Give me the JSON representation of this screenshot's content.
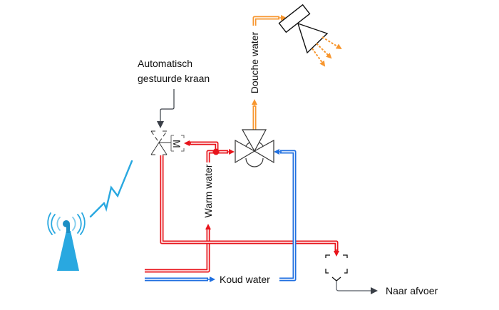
{
  "labels": {
    "valve_label_line1": "Automatisch",
    "valve_label_line2": "gestuurde kraan",
    "motor_letter": "M",
    "shower_water": "Douche water",
    "warm_water": "Warm water",
    "cold_water": "Koud water",
    "drain": "Naar afvoer"
  },
  "colors": {
    "hot": "#e8141b",
    "cold": "#1f6fe0",
    "shower": "#f7962e",
    "wireless": "#29a8e0",
    "symbol": "#333333",
    "drain_line": "#555a63"
  },
  "icons": [
    "radio-tower-icon",
    "wireless-signal-icon",
    "motorized-valve-icon",
    "mixing-valve-icon",
    "shower-head-icon",
    "drain-icon"
  ]
}
